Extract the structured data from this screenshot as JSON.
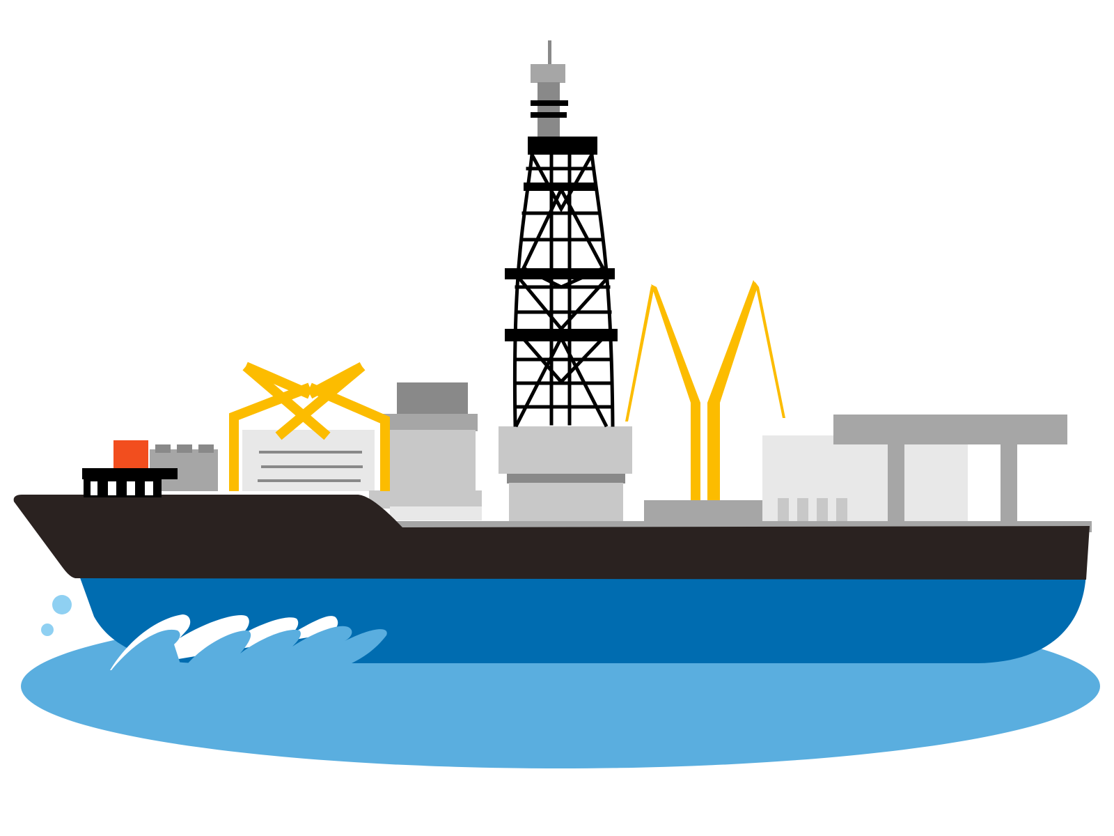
{
  "illustration": {
    "subject": "drilling-ship",
    "colors": {
      "background": "#ffffff",
      "sea": "#5aaedf",
      "spray_light": "#ffffff",
      "droplets": "#8fd0f2",
      "hull_lower": "#006cb0",
      "hull_upper": "#2a2220",
      "derrick": "#000000",
      "crane_yellow": "#fcbc00",
      "accent_orange": "#f24e1e",
      "gray_dark": "#898989",
      "gray_mid": "#a6a6a6",
      "gray_light": "#c8c8c8",
      "gray_pale": "#e8e8e8"
    },
    "parts": [
      "sea",
      "hull",
      "derrick",
      "cranes",
      "deck-structures",
      "bridge",
      "waves"
    ]
  }
}
